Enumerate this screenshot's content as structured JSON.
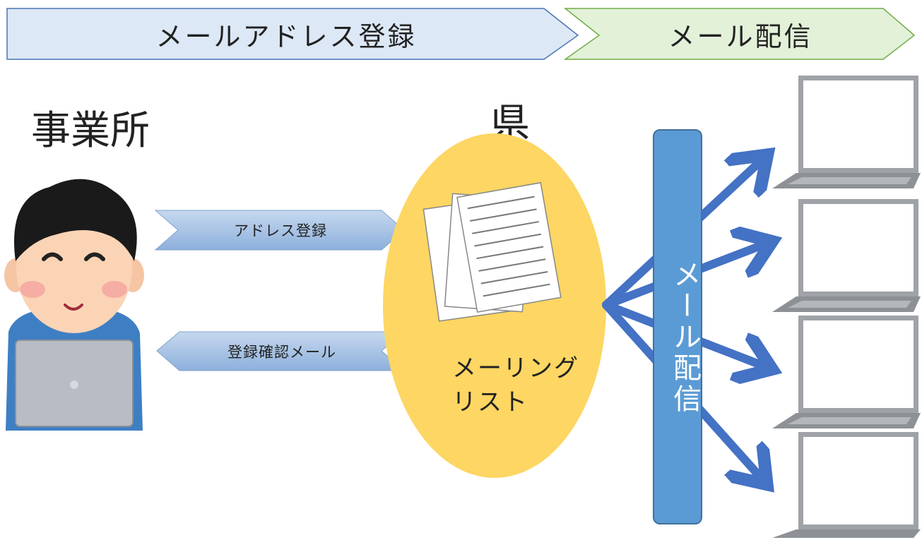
{
  "stages": {
    "registration": "メールアドレス登録",
    "delivery": "メール配信"
  },
  "nodes": {
    "office": "事業所",
    "prefecture": "県",
    "mailing_list": [
      "メーリング",
      "リスト"
    ]
  },
  "arrows": {
    "address_registration": "アドレス登録",
    "confirmation_mail": "登録確認メール",
    "mail_delivery": "メール配信"
  },
  "colors": {
    "stage1_fill": "#dce8f5",
    "stage1_border": "#4a74b5",
    "stage2_fill": "#e3f1d9",
    "stage2_border": "#71ad47",
    "ellipse": "#fdd663",
    "bar": "#5b9bd5",
    "arrow": "#4472c4"
  }
}
